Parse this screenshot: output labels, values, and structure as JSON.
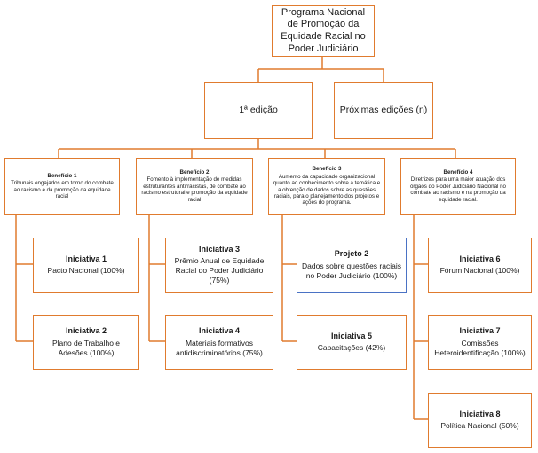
{
  "program": {
    "title": "Programa Nacional de Promoção da Equidade Racial no Poder Judiciário"
  },
  "editions": [
    {
      "label": "1ª edição"
    },
    {
      "label": "Próximas edições (n)"
    }
  ],
  "benefits": [
    {
      "title": "Benefício 1",
      "text": "Tribunais engajados em torno do combate ao racismo e da promoção da equidade racial"
    },
    {
      "title": "Benefício 2",
      "text": "Fomento à implementação de medidas estruturantes antirracistas, de combate ao racismo estrutural e promoção da equidade racial"
    },
    {
      "title": "Benefício 3",
      "text": "Aumento da capacidade organizacional quanto ao conhecimento sobre a temática e a obtenção de dados sobre as questões raciais, para o planejamento dos projetos e ações do programa."
    },
    {
      "title": "Benefício 4",
      "text": "Diretrizes para uma maior atuação dos órgãos do Poder Judiciário Nacional no combate ao racismo e na promoção da equidade racial."
    }
  ],
  "initiatives": [
    {
      "title": "Iniciativa 1",
      "text": "Pacto Nacional (100%)"
    },
    {
      "title": "Iniciativa 2",
      "text": "Plano de Trabalho e Adesões (100%)"
    },
    {
      "title": "Iniciativa  3",
      "text": "Prêmio Anual de Equidade Racial do Poder Judiciário (75%)"
    },
    {
      "title": "Iniciativa 4",
      "text": "Materiais formativos antidiscriminatórios (75%)"
    },
    {
      "title": "Projeto 2",
      "text": "Dados sobre questões raciais no Poder Judiciário (100%)"
    },
    {
      "title": "Iniciativa 5",
      "text": "Capacitações (42%)"
    },
    {
      "title": "Iniciativa 6",
      "text": "Fórum Nacional (100%)"
    },
    {
      "title": "Iniciativa 7",
      "text": "Comissões Heteroidentificação (100%)"
    },
    {
      "title": "Iniciativa 8",
      "text": "Política Nacional (50%)"
    }
  ],
  "colors": {
    "connector": "#e07b2e",
    "box_border": "#e07b2e",
    "highlight_border": "#4a72c4"
  }
}
